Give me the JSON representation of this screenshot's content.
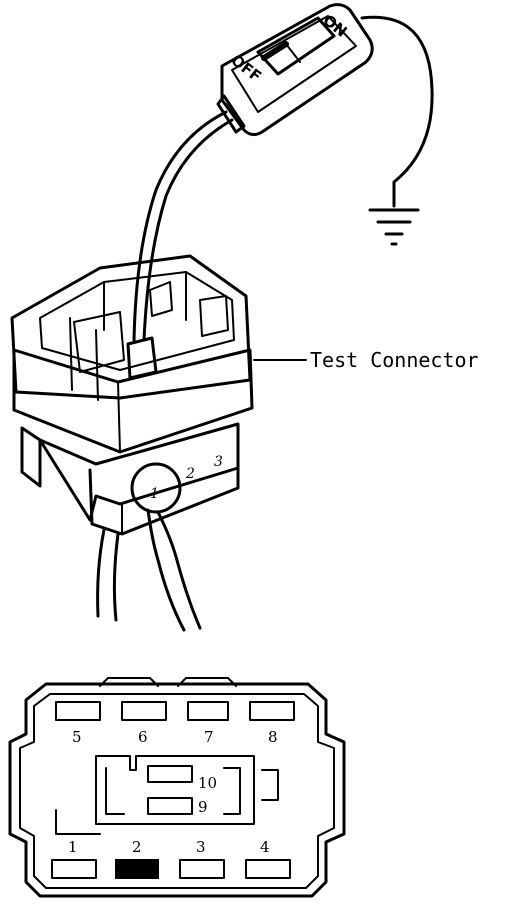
{
  "labels": {
    "test_connector": "Test Connector"
  },
  "switch": {
    "on_label": "ON",
    "off_label": "OFF"
  },
  "connector_top": {
    "wire_numbers": [
      "1",
      "2",
      "3"
    ]
  },
  "connector_face": {
    "top_row": [
      "5",
      "6",
      "7",
      "8"
    ],
    "bottom_row": [
      "1",
      "2",
      "3",
      "4"
    ],
    "middle": [
      "10",
      "9"
    ],
    "highlighted_pin": "2"
  },
  "colors": {
    "ink": "#000000",
    "background": "#ffffff"
  }
}
